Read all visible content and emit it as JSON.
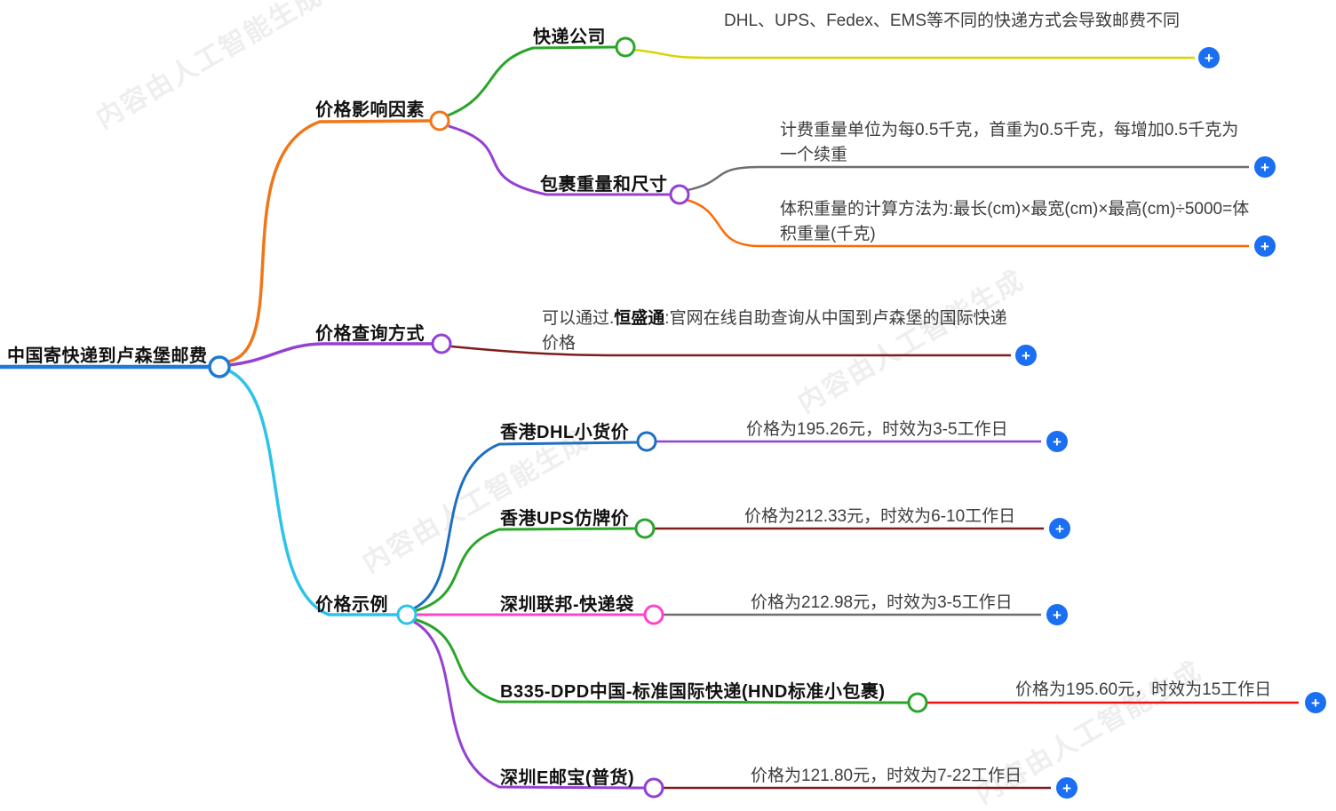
{
  "root": {
    "label": "中国寄快递到卢森堡邮费"
  },
  "branches": {
    "factors": {
      "label": "价格影响因素",
      "courier": {
        "label": "快递公司",
        "detail": "DHL、UPS、Fedex、EMS等不同的快递方式会导致邮费不同"
      },
      "weight": {
        "label": "包裹重量和尺寸",
        "billing_detail": "计费重量单位为每0.5千克，首重为0.5千克，每增加0.5千克为一个续重",
        "volume_detail": "体积重量的计算方法为:最长(cm)×最宽(cm)×最高(cm)÷5000=体积重量(千克)"
      }
    },
    "query": {
      "label": "价格查询方式",
      "detail_prefix": "可以通过.",
      "detail_bold": "恒盛通",
      "detail_suffix": ":官网在线自助查询从中国到卢森堡的国际快递价格"
    },
    "examples": {
      "label": "价格示例",
      "items": [
        {
          "label": "香港DHL小货价",
          "detail": "价格为195.26元，时效为3-5工作日"
        },
        {
          "label": "香港UPS仿牌价",
          "detail": "价格为212.33元，时效为6-10工作日"
        },
        {
          "label": "深圳联邦-快递袋",
          "detail": "价格为212.98元，时效为3-5工作日"
        },
        {
          "label": "B335-DPD中国-标准国际快递(HND标准小包裹)",
          "detail": "价格为195.60元，时效为15工作日"
        },
        {
          "label": "深圳E邮宝(普货)",
          "detail": "价格为121.80元，时效为7-22工作日"
        }
      ]
    }
  },
  "ui": {
    "plus_glyph": "+"
  },
  "watermark": "内容由人工智能生成",
  "colors": {
    "root_blue": "#1e7ad4",
    "orange": "#f0761a",
    "green": "#2aa52a",
    "yellow_leaf": "#d9d400",
    "purple": "#9440d3",
    "gray_leaf": "#6e6e6e",
    "bright_orange_leaf": "#ff6a00",
    "dark_red_leaf": "#7e1d1d",
    "cyan": "#2bc4e8",
    "branch_blue": "#1e6fc0",
    "magenta": "#ff44cc",
    "red_leaf": "#ee1111",
    "plus_button": "#1a6ff2"
  }
}
